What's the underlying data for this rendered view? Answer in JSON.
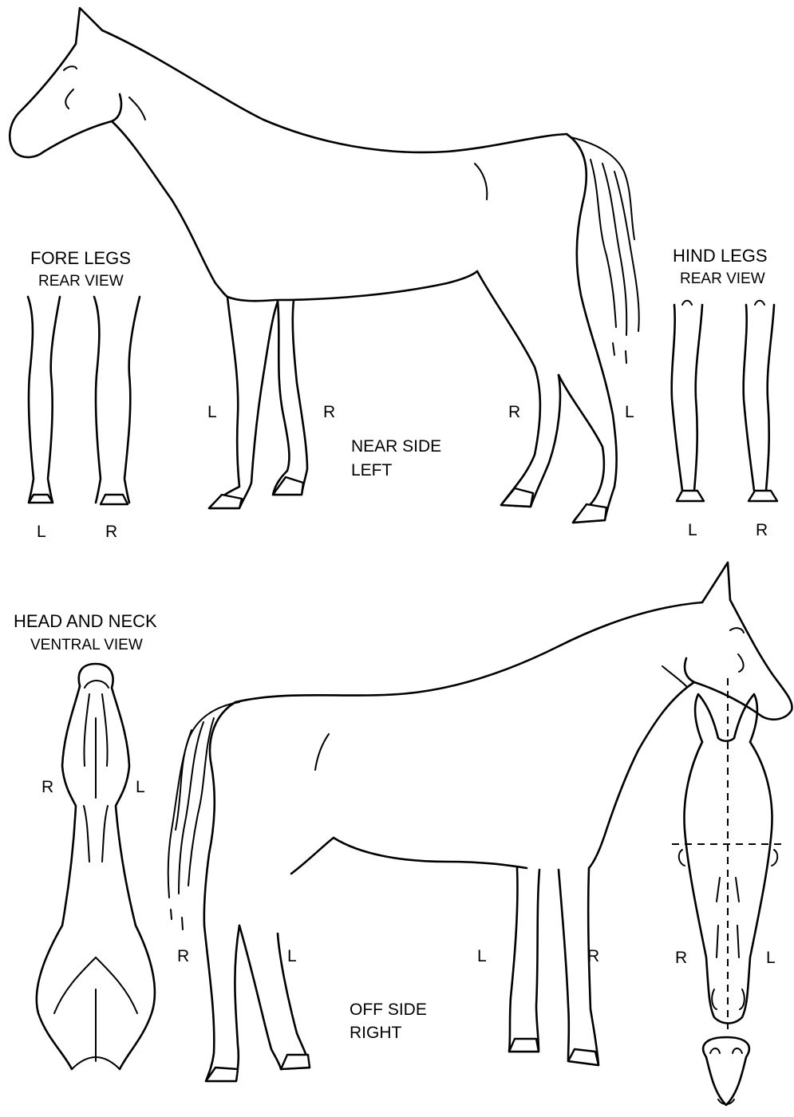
{
  "fore_legs": {
    "title": "FORE LEGS",
    "subtitle": "REAR VIEW",
    "left": "L",
    "right": "R"
  },
  "hind_legs": {
    "title": "HIND LEGS",
    "subtitle": "REAR VIEW",
    "left": "L",
    "right": "R"
  },
  "near_side": {
    "title": "NEAR SIDE",
    "subtitle": "LEFT",
    "fore_left": "L",
    "fore_right": "R",
    "hind_right": "R",
    "hind_left": "L"
  },
  "head_neck": {
    "title": "HEAD AND NECK",
    "subtitle": "VENTRAL VIEW",
    "right": "R",
    "left": "L"
  },
  "off_side": {
    "title": "OFF SIDE",
    "subtitle": "RIGHT",
    "hind_right": "R",
    "hind_left": "L",
    "fore_left": "L",
    "fore_right": "R"
  },
  "head_front": {
    "right": "R",
    "left": "L"
  }
}
